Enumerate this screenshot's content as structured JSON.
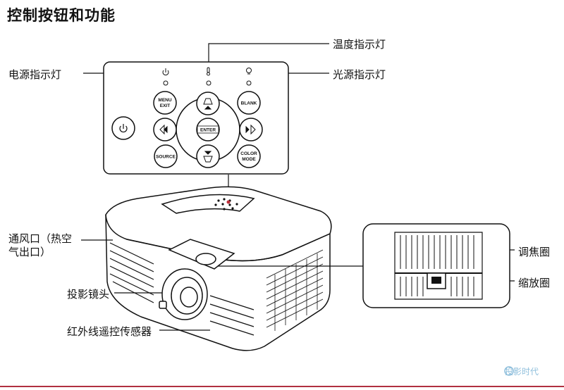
{
  "title": "控制按钮和功能",
  "labels": {
    "power_indicator": "电源指示灯",
    "temp_indicator": "温度指示灯",
    "lamp_indicator": "光源指示灯",
    "vent_line1": "通风口（热空",
    "vent_line2": "气出口）",
    "projection_lens": "投影镜头",
    "ir_sensor": "红外线遥控传感器",
    "focus_ring": "调焦圈",
    "zoom_ring": "缩放圈"
  },
  "buttons": {
    "menu_exit_line1": "MENU",
    "menu_exit_line2": "EXIT",
    "blank": "BLANK",
    "enter": "ENTER",
    "source": "SOURCE",
    "color_mode_line1": "COLOR",
    "color_mode_line2": "MODE"
  },
  "watermark": "投影时代",
  "colors": {
    "line": "#111111",
    "accent_rule": "#b03040",
    "watermark": "#8fbfdc"
  },
  "icons": [
    "power-icon",
    "thermometer-icon",
    "lamp-icon",
    "keystone-up-icon",
    "keystone-down-icon",
    "left-arrow-icon",
    "right-arrow-icon"
  ]
}
